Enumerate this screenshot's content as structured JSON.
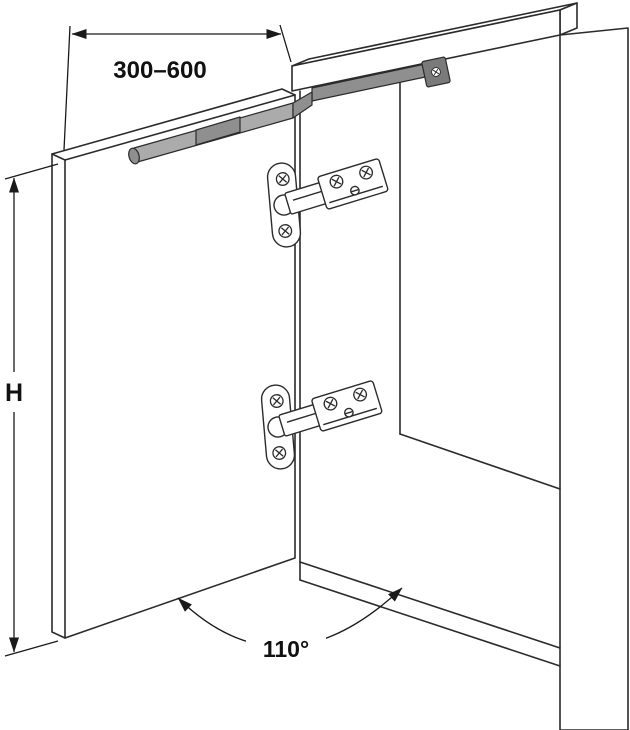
{
  "diagram": {
    "type": "technical-illustration",
    "description": "Cabinet shown in perspective with door opened, fitted with two concealed cup hinges and a soft-close damper rail at the top",
    "labels": {
      "width_range": "300–600",
      "height": "H",
      "opening_angle": "110°"
    },
    "colors": {
      "line": "#2b2b2b",
      "dimension": "#1a1a1a",
      "damper_light": "#ababab",
      "damper_mid": "#8f8f8f",
      "damper_dark": "#7a7a7a"
    }
  }
}
